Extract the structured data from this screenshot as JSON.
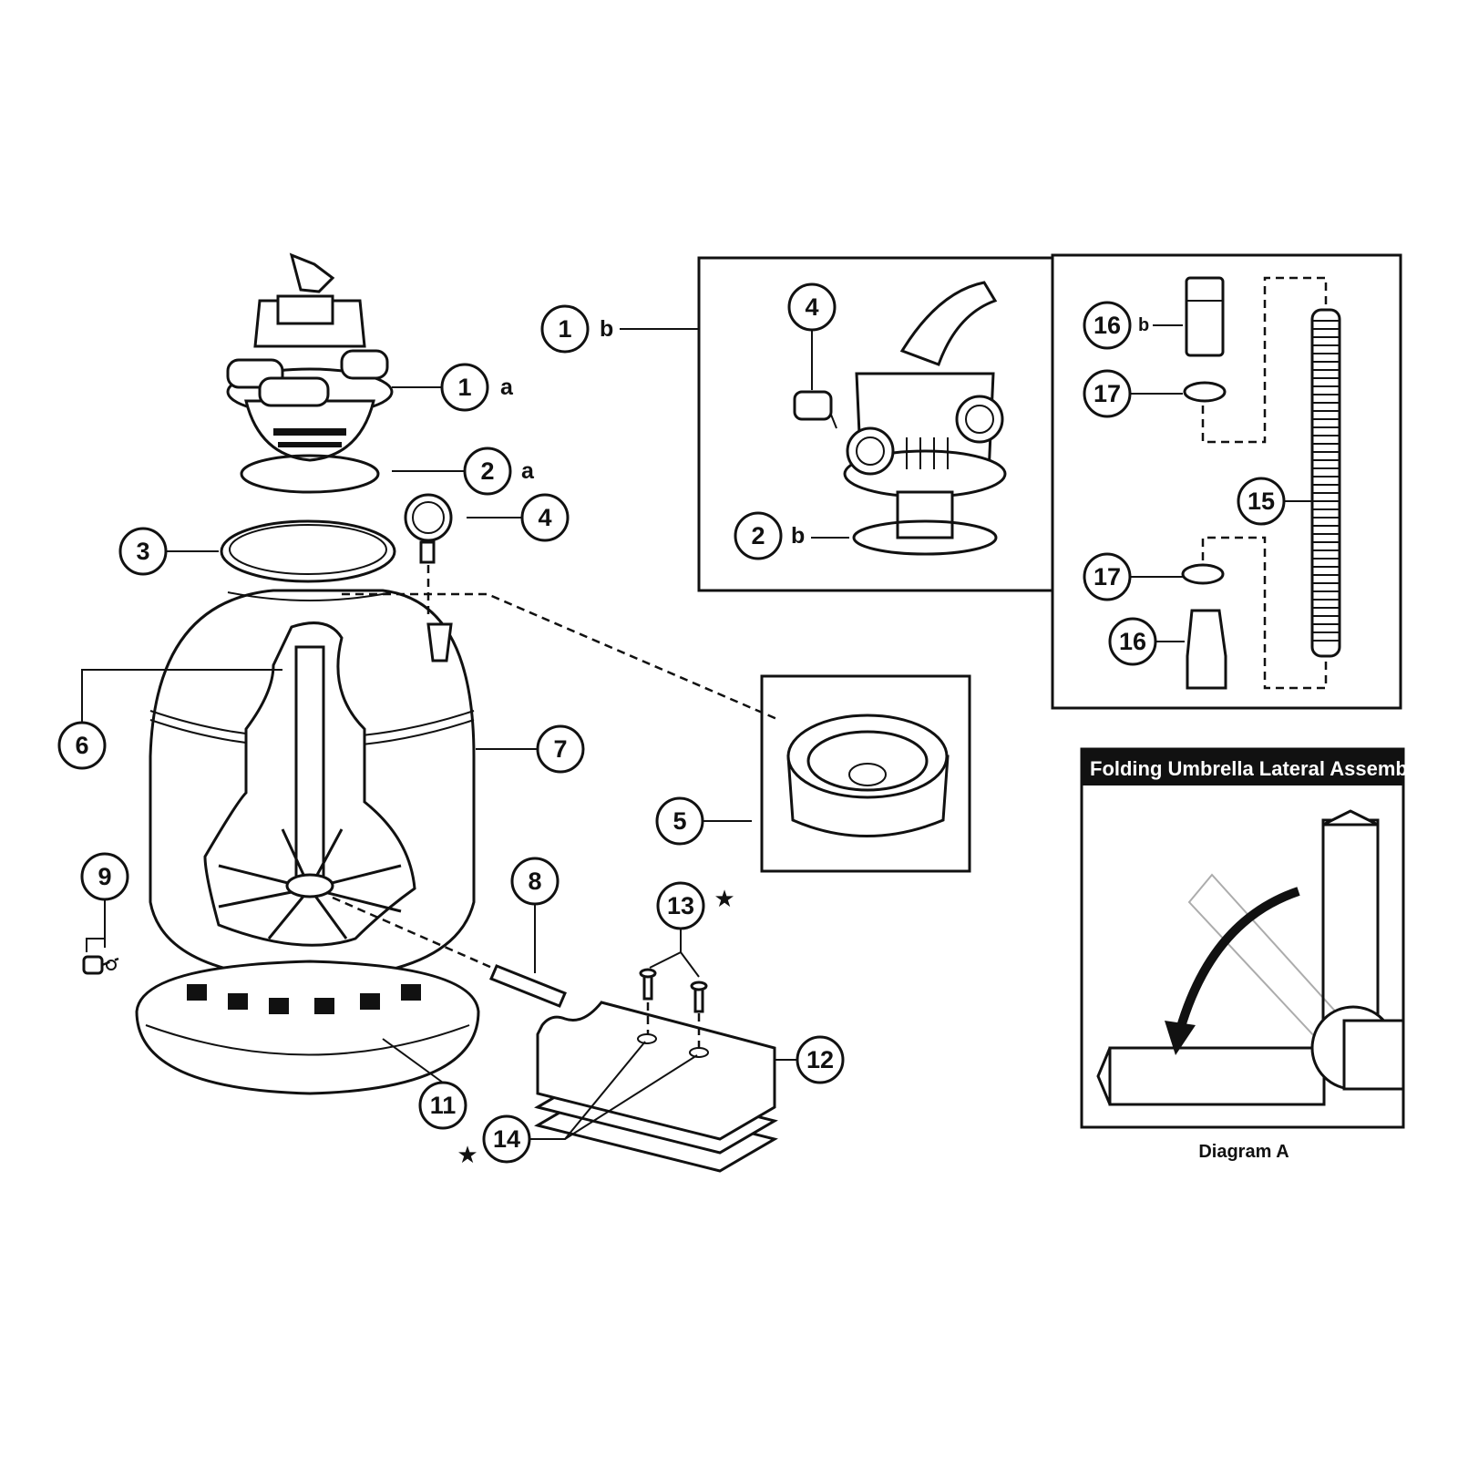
{
  "callouts": {
    "c1a": {
      "num": "1",
      "suffix": "a"
    },
    "c2a": {
      "num": "2",
      "suffix": "a"
    },
    "c3": {
      "num": "3"
    },
    "c4": {
      "num": "4"
    },
    "c5": {
      "num": "5"
    },
    "c6": {
      "num": "6"
    },
    "c7": {
      "num": "7"
    },
    "c8": {
      "num": "8"
    },
    "c9": {
      "num": "9"
    },
    "c11": {
      "num": "11"
    },
    "c12": {
      "num": "12"
    },
    "c13": {
      "num": "13",
      "star": "★"
    },
    "c14": {
      "num": "14",
      "star": "★"
    },
    "c1b": {
      "num": "1",
      "suffix": "b"
    },
    "c4b": {
      "num": "4"
    },
    "c2b": {
      "num": "2",
      "suffix": "b"
    },
    "c16b": {
      "num": "16",
      "suffix": "b"
    },
    "c17a": {
      "num": "17"
    },
    "c15": {
      "num": "15"
    },
    "c17b": {
      "num": "17"
    },
    "c16": {
      "num": "16"
    }
  },
  "diagram_a": {
    "title": "Folding Umbrella Lateral Assembly",
    "caption": "Diagram A"
  }
}
